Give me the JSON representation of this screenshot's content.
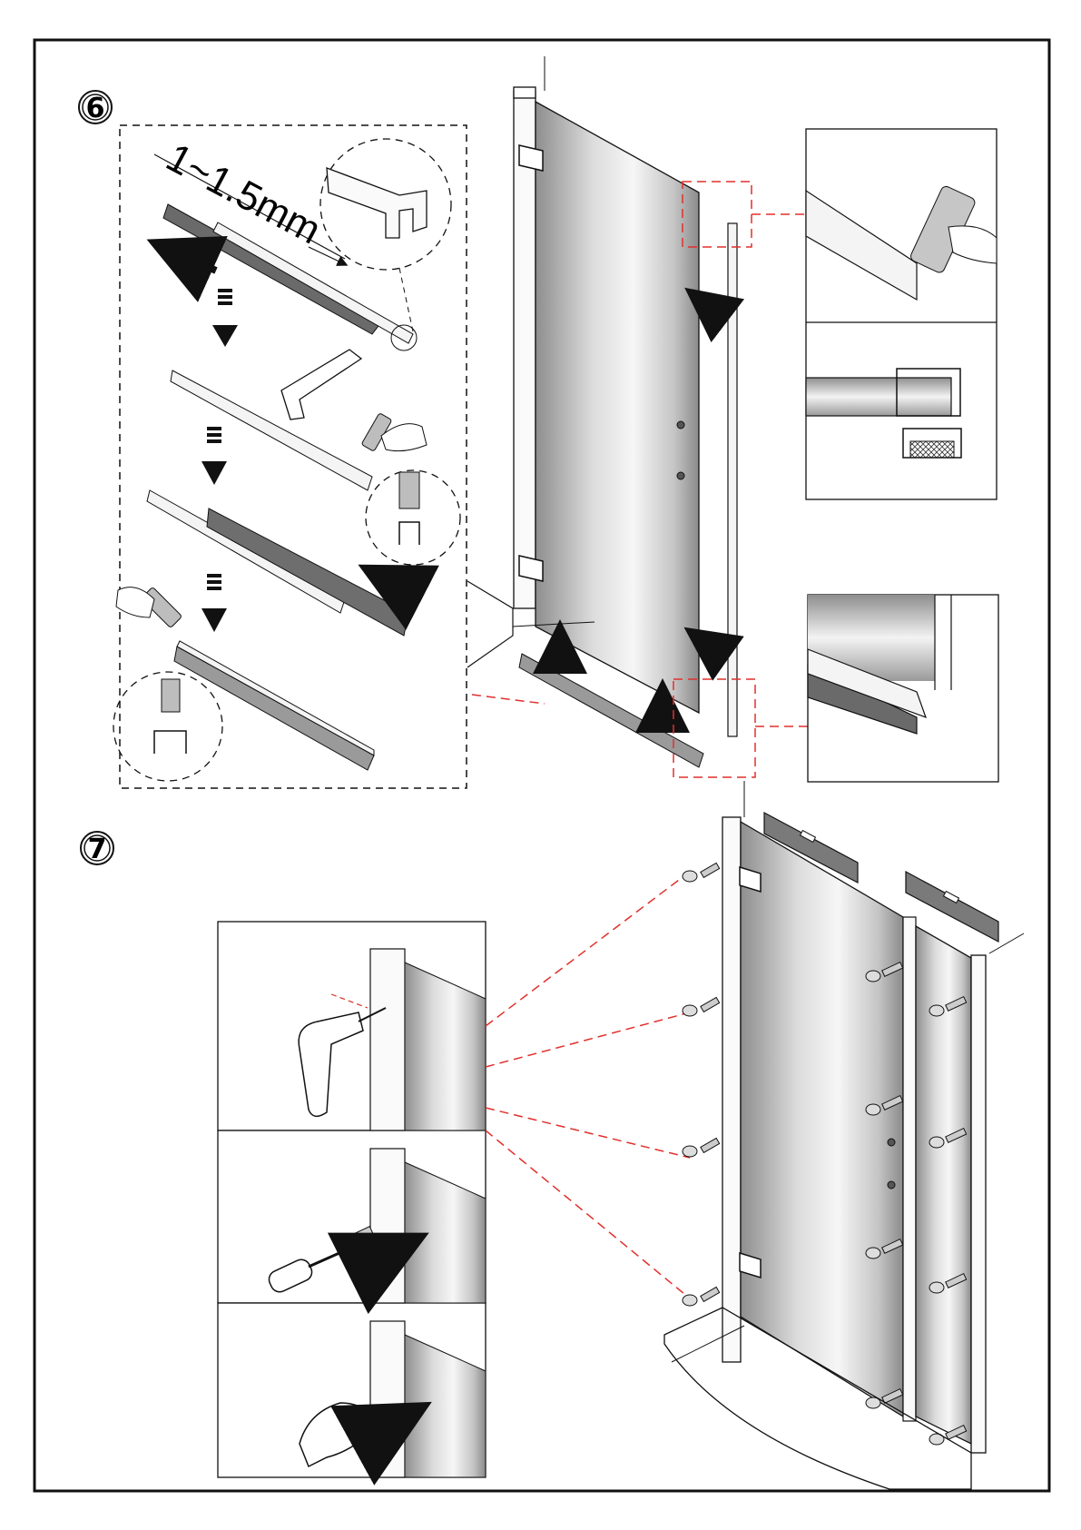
{
  "steps": {
    "step6": {
      "label": "6"
    },
    "step7": {
      "label": "7"
    }
  },
  "annotations": {
    "gap_dimension": "1~1.5mm"
  },
  "colors": {
    "frame": "#111111",
    "leader_line": "#e0302c",
    "glass_dark": "#9a9a9a",
    "glass_light": "#f2f2f2",
    "seal_strip": "#6e6e6e",
    "arrow": "#111111"
  },
  "icons": [
    "drill-icon",
    "screwdriver-icon",
    "silicone-gun-icon",
    "hand-icon",
    "spirit-level-icon",
    "screw-icon",
    "wall-plug-icon",
    "arrow-icon"
  ]
}
